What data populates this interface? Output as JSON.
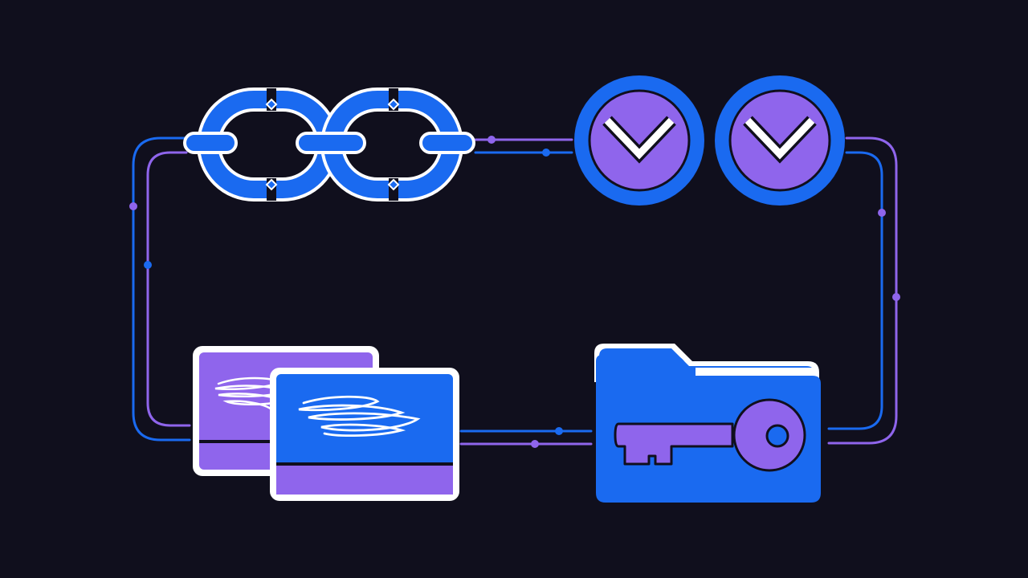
{
  "theme": {
    "background": "#100f1d",
    "blue": "#1a6af0",
    "purple": "#8f65ec",
    "outline": "#ffffff",
    "dark_stroke": "#100f1d"
  },
  "elements": {
    "chain": "chain-link-icon",
    "badges": [
      "chevron-down-badge",
      "chevron-down-badge"
    ],
    "cards": [
      "scribble-card-back",
      "scribble-card-front"
    ],
    "folder": "key-folder-icon"
  }
}
